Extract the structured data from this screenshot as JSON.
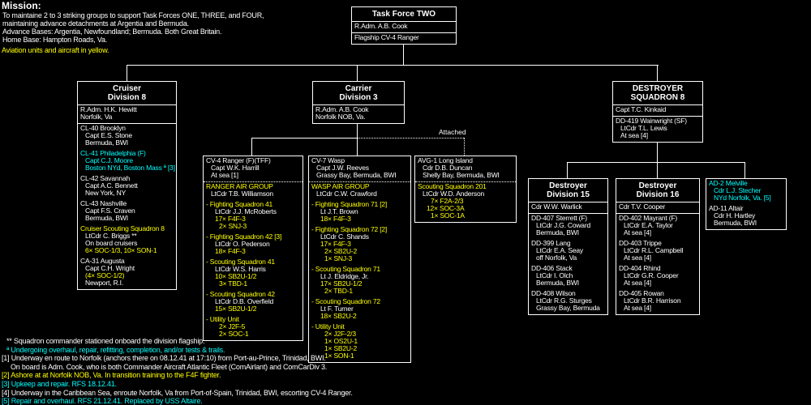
{
  "colors": {
    "background": "#000000",
    "text": "#ffffff",
    "aviation": "#ffff00",
    "repair_note": "#00ffff"
  },
  "mission": {
    "heading": "Mission:",
    "lines": [
      {
        "t": "To maintaine 2 to 3 striking groups to support Task Forces ONE, THREE, and FOUR,",
        "c": "w",
        "i": 0
      },
      {
        "t": "maintaining advance detachments at Argentia and Bermuda.",
        "c": "w",
        "i": 0
      },
      {
        "t": "Advance Bases: Argentia, Newfoundland; Bermuda. Both Great Britain.",
        "c": "w",
        "i": 0
      },
      {
        "t": "Home Base: Hampton Roads, Va.",
        "c": "w",
        "i": 0
      }
    ],
    "note": "Aviation units and aircraft in yellow."
  },
  "task_force": {
    "title": "Task Force TWO",
    "rows": [
      "R.Adm. A.B. Cook",
      "Flagship CV-4 Ranger"
    ]
  },
  "attached_label": "Attached",
  "cruiser_div8": {
    "title": [
      "Cruiser",
      "Division 8"
    ],
    "command": [
      {
        "t": "R.Adm. H.K. Hewitt",
        "c": "w",
        "i": 0
      },
      {
        "t": "Norfolk, Va",
        "c": "w",
        "i": 0
      }
    ],
    "ships": [
      {
        "t": "CL-40 Brooklyn",
        "c": "w",
        "i": 0
      },
      {
        "t": "Capt E.S. Stone",
        "c": "w",
        "i": 1
      },
      {
        "t": "Bermuda, BWI",
        "c": "w",
        "i": 1
      },
      {
        "t": "CL-41 Philadelphia (F)",
        "c": "c",
        "i": 0,
        "g": 1
      },
      {
        "t": "Capt C.J. Moore",
        "c": "c",
        "i": 1
      },
      {
        "t": "Boston NYd, Boston Mass ª [3]",
        "c": "c",
        "i": 1
      },
      {
        "t": "CL-42 Savannah",
        "c": "w",
        "i": 0,
        "g": 1
      },
      {
        "t": "Capt A.C. Bennett",
        "c": "w",
        "i": 1
      },
      {
        "t": "New York, NY",
        "c": "w",
        "i": 1
      },
      {
        "t": "CL-43 Nashville",
        "c": "w",
        "i": 0,
        "g": 1
      },
      {
        "t": "Capt F.S. Craven",
        "c": "w",
        "i": 1
      },
      {
        "t": "Bermuda, BWI",
        "c": "w",
        "i": 1
      },
      {
        "t": "Cruiser Scouting Squadron 8",
        "c": "y",
        "i": 0,
        "g": 1
      },
      {
        "t": "LtCdr C. Briggs **",
        "c": "w",
        "i": 1
      },
      {
        "t": "On board cruisers",
        "c": "w",
        "i": 1
      },
      {
        "t": "6× SOC-1/3, 10× SON-1",
        "c": "y",
        "i": 1
      },
      {
        "t": "CA-31 Augusta",
        "c": "w",
        "i": 0,
        "g": 1
      },
      {
        "t": "Capt C.H. Wright",
        "c": "w",
        "i": 1
      },
      {
        "t": "(4× SOC-1/2)",
        "c": "y",
        "i": 1
      },
      {
        "t": "Newport, R.I.",
        "c": "w",
        "i": 1
      }
    ]
  },
  "carrier_div3": {
    "title": [
      "Carrier",
      "Division 3"
    ],
    "command": [
      {
        "t": "R.Adm. A.B. Cook",
        "c": "w",
        "i": 0
      },
      {
        "t": "Norfolk NOB, Va.",
        "c": "w",
        "i": 0
      }
    ]
  },
  "cv4_ranger": {
    "ship": [
      {
        "t": "CV-4 Ranger (F)(TFF)",
        "c": "w",
        "i": 0
      },
      {
        "t": "Capt W.K. Harrill",
        "c": "w",
        "i": 1
      },
      {
        "t": "At sea [1]",
        "c": "w",
        "i": 1
      }
    ],
    "air_group": [
      {
        "t": "RANGER AIR GROUP",
        "c": "y",
        "i": 0
      },
      {
        "t": "LtCdr T.B. Williamson",
        "c": "w",
        "i": 1
      },
      {
        "t": "- Fighting Squadron 41",
        "c": "y",
        "i": 0,
        "g": 1
      },
      {
        "t": "LtCdr J.J. McRoberts",
        "c": "w",
        "i": 2
      },
      {
        "t": "17× F4F-3",
        "c": "y",
        "i": 2
      },
      {
        "t": "2× SNJ-3",
        "c": "y",
        "i": 3
      },
      {
        "t": "- Fighting Squadron 42 [3]",
        "c": "y",
        "i": 0,
        "g": 1
      },
      {
        "t": "LtCdr O. Pederson",
        "c": "w",
        "i": 2
      },
      {
        "t": "18× F4F-3",
        "c": "y",
        "i": 2
      },
      {
        "t": "- Scouting Squadron 41",
        "c": "y",
        "i": 0,
        "g": 1
      },
      {
        "t": "LtCdr W.S. Harris",
        "c": "w",
        "i": 2
      },
      {
        "t": "10× SB2U-1/2",
        "c": "y",
        "i": 2
      },
      {
        "t": "3× TBD-1",
        "c": "y",
        "i": 3
      },
      {
        "t": "- Scouting Squadron 42",
        "c": "y",
        "i": 0,
        "g": 1
      },
      {
        "t": "LtCdr D.B. Overfield",
        "c": "w",
        "i": 2
      },
      {
        "t": "15× SB2U-1/2",
        "c": "y",
        "i": 2
      },
      {
        "t": "- Utility Unit",
        "c": "y",
        "i": 0,
        "g": 1
      },
      {
        "t": "2× J2F-5",
        "c": "y",
        "i": 3
      },
      {
        "t": "2× SOC-1",
        "c": "y",
        "i": 3
      }
    ]
  },
  "cv7_wasp": {
    "ship": [
      {
        "t": "CV-7 Wasp",
        "c": "w",
        "i": 0
      },
      {
        "t": "Capt J.W. Reeves",
        "c": "w",
        "i": 1
      },
      {
        "t": "Grassy Bay, Bermuda, BWI",
        "c": "w",
        "i": 1
      }
    ],
    "air_group": [
      {
        "t": "WASP AIR GROUP",
        "c": "y",
        "i": 0
      },
      {
        "t": "LtCdr C.W. Crawford",
        "c": "w",
        "i": 1
      },
      {
        "t": "- Fighting Squadron 71 [2]",
        "c": "y",
        "i": 0,
        "g": 1
      },
      {
        "t": "Lt J.T. Brown",
        "c": "w",
        "i": 2
      },
      {
        "t": "18× F4F-3",
        "c": "y",
        "i": 2
      },
      {
        "t": "- Fighting Squadron 72 [2]",
        "c": "y",
        "i": 0,
        "g": 1
      },
      {
        "t": "LtCdr C. Shands",
        "c": "w",
        "i": 2
      },
      {
        "t": "17× F4F-3",
        "c": "y",
        "i": 2
      },
      {
        "t": "2× SB2U-2",
        "c": "y",
        "i": 3
      },
      {
        "t": "1× SNJ-3",
        "c": "y",
        "i": 3
      },
      {
        "t": "- Scouting Squadron 71",
        "c": "y",
        "i": 0,
        "g": 1
      },
      {
        "t": "Lt J. Eldridge, Jr.",
        "c": "w",
        "i": 2
      },
      {
        "t": "17× SB2U-1/2",
        "c": "y",
        "i": 2
      },
      {
        "t": "2× TBD-1",
        "c": "y",
        "i": 3
      },
      {
        "t": "- Scouting Squadron 72",
        "c": "y",
        "i": 0,
        "g": 1
      },
      {
        "t": "Lt F. Turner",
        "c": "w",
        "i": 2
      },
      {
        "t": "18× SB2U-2",
        "c": "y",
        "i": 2
      },
      {
        "t": "- Utility Unit",
        "c": "y",
        "i": 0,
        "g": 1
      },
      {
        "t": "2× J2F-2/3",
        "c": "y",
        "i": 3
      },
      {
        "t": "1× OS2U-1",
        "c": "y",
        "i": 3
      },
      {
        "t": "1× SB2U-2",
        "c": "y",
        "i": 3
      },
      {
        "t": "1× SON-1",
        "c": "y",
        "i": 3
      }
    ]
  },
  "avg1_long_island": {
    "ship": [
      {
        "t": "AVG-1 Long Island",
        "c": "w",
        "i": 0
      },
      {
        "t": "Cdr D.B. Duncan",
        "c": "w",
        "i": 1
      },
      {
        "t": "Shelly Bay, Bermuda, BWI",
        "c": "w",
        "i": 1
      }
    ],
    "air_group": [
      {
        "t": "Scouting Squadron 201",
        "c": "y",
        "i": 0
      },
      {
        "t": "LtCdr W.D. Anderson",
        "c": "w",
        "i": 1
      },
      {
        "t": "7× F2A-2/3",
        "c": "y",
        "i": 3
      },
      {
        "t": "12× SOC-3A",
        "c": "y",
        "i": 2
      },
      {
        "t": "1× SOC-1A",
        "c": "y",
        "i": 3
      }
    ]
  },
  "desron8": {
    "title": [
      "DESTROYER",
      "SQUADRON 8"
    ],
    "command": [
      {
        "t": "Capt T.C. Kinkaid",
        "c": "w",
        "i": 0
      }
    ],
    "flagship": [
      {
        "t": "DD-419 Wainwright (SF)",
        "c": "w",
        "i": 0
      },
      {
        "t": "LtCdr T.L. Lewis",
        "c": "w",
        "i": 1
      },
      {
        "t": "At sea [4]",
        "c": "w",
        "i": 1
      }
    ]
  },
  "desdiv15": {
    "title": [
      "Destroyer",
      "Division 15"
    ],
    "command": [
      {
        "t": "Cdr W.W. Warlick",
        "c": "w",
        "i": 0
      }
    ],
    "ships": [
      {
        "t": "DD-407 Sterrett (F)",
        "c": "w",
        "i": 0
      },
      {
        "t": "LtCdr J.G. Coward",
        "c": "w",
        "i": 1
      },
      {
        "t": "Bermuda, BWI",
        "c": "w",
        "i": 1
      },
      {
        "t": "DD-399 Lang",
        "c": "w",
        "i": 0,
        "g": 1
      },
      {
        "t": "LtCdr E.A. Seay",
        "c": "w",
        "i": 1
      },
      {
        "t": "off Norfolk, Va",
        "c": "w",
        "i": 1
      },
      {
        "t": "DD-406 Stack",
        "c": "w",
        "i": 0,
        "g": 1
      },
      {
        "t": "LtCdr I. Olch",
        "c": "w",
        "i": 1
      },
      {
        "t": "Bermuda, BWI",
        "c": "w",
        "i": 1
      },
      {
        "t": "DD-408 Wilson",
        "c": "w",
        "i": 0,
        "g": 1
      },
      {
        "t": "LtCdr R.G. Sturges",
        "c": "w",
        "i": 1
      },
      {
        "t": "Grassy Bay, Bermuda",
        "c": "w",
        "i": 1
      }
    ]
  },
  "desdiv16": {
    "title": [
      "Destroyer",
      "Division 16"
    ],
    "command": [
      {
        "t": "Cdr T.V. Cooper",
        "c": "w",
        "i": 0
      }
    ],
    "ships": [
      {
        "t": "DD-402 Mayrant (F)",
        "c": "w",
        "i": 0
      },
      {
        "t": "LtCdr E.A. Taylor",
        "c": "w",
        "i": 1
      },
      {
        "t": "At sea [4]",
        "c": "w",
        "i": 1
      },
      {
        "t": "DD-403 Trippe",
        "c": "w",
        "i": 0,
        "g": 1
      },
      {
        "t": "LtCdr R.L. Campbell",
        "c": "w",
        "i": 1
      },
      {
        "t": "At sea [4]",
        "c": "w",
        "i": 1
      },
      {
        "t": "DD-404 Rhind",
        "c": "w",
        "i": 0,
        "g": 1
      },
      {
        "t": "LtCdr G.R. Cooper",
        "c": "w",
        "i": 1
      },
      {
        "t": "At sea [4]",
        "c": "w",
        "i": 1
      },
      {
        "t": "DD-405 Rowan",
        "c": "w",
        "i": 0,
        "g": 1
      },
      {
        "t": "LtCdr B.R. Harrison",
        "c": "w",
        "i": 1
      },
      {
        "t": "At sea [4]",
        "c": "w",
        "i": 1
      }
    ]
  },
  "tenders": {
    "ships": [
      {
        "t": "AD-2 Melville",
        "c": "c",
        "i": 0
      },
      {
        "t": "Cdr L.J. Stecher",
        "c": "c",
        "i": 1
      },
      {
        "t": "NYd Norfolk, Va. [5]",
        "c": "c",
        "i": 1
      },
      {
        "t": "AD-11 Altair",
        "c": "w",
        "i": 0,
        "g": 1
      },
      {
        "t": "Cdr H. Hartley",
        "c": "w",
        "i": 1
      },
      {
        "t": "Bermuda, BWI",
        "c": "w",
        "i": 1
      }
    ]
  },
  "footnotes": [
    {
      "t": "** Squadron commander stationed onboard the division flagship.",
      "c": "w",
      "i": 1
    },
    {
      "t": "ª Undergoing overhaul, repair, refitting, completion, and/or tests & trails.",
      "c": "c",
      "i": 1
    },
    {
      "t": "[1] Underway en route to Norfolk (anchors there on 08.12.41 at 17:10) from Port-au-Prince, Trinidad, BWI.",
      "c": "w",
      "i": 0
    },
    {
      "t": "On board is Adm. Cook, who is both Commander Aircraft Atlantic Fleet (ComAirlant) and ComCarDiv 3.",
      "c": "w",
      "i": 2
    },
    {
      "t": "[2] Ashore at at Norfolk NOB, Va. In transition training to the F4F fighter.",
      "c": "y",
      "i": 0
    },
    {
      "t": "[3] Upkeep and repair. RFS 18.12.41.",
      "c": "c",
      "i": 0
    },
    {
      "t": "[4] Underway in the Caribbean Sea, enroute Norfolk, Va from Port-of-Spain, Trinidad, BWI, escorting CV-4 Ranger.",
      "c": "w",
      "i": 0
    },
    {
      "t": "[5] Repair and overhaul. RFS 21.12.41. Replaced by USS Altaire.",
      "c": "c",
      "i": 0
    }
  ]
}
